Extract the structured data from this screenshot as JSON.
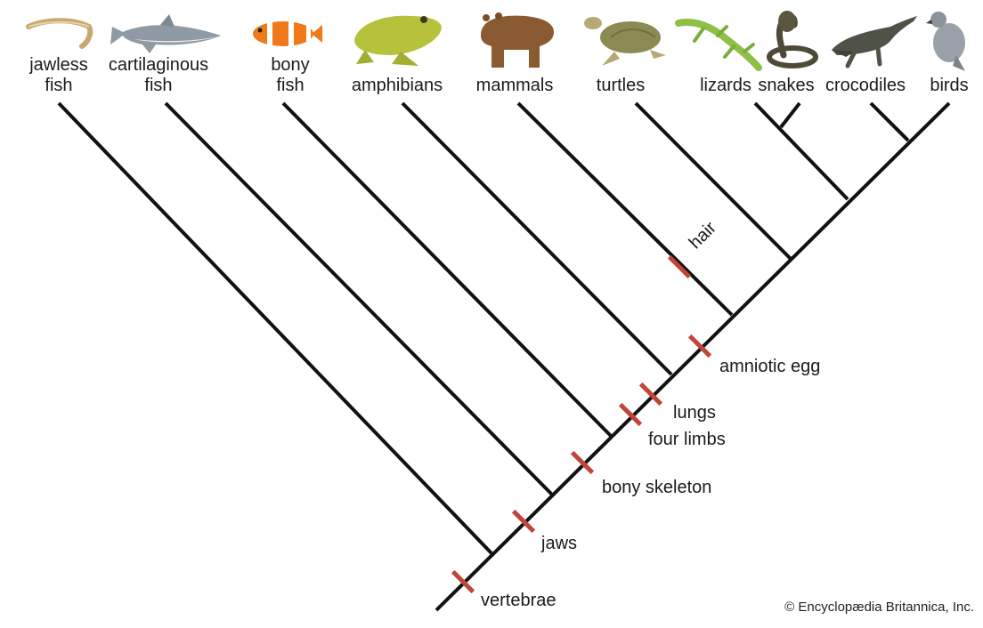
{
  "taxa": [
    {
      "id": "jawless-fish",
      "lines": [
        "jawless",
        "fish"
      ],
      "icon": "eel-icon"
    },
    {
      "id": "cartilaginous-fish",
      "lines": [
        "cartilaginous",
        "fish"
      ],
      "icon": "shark-icon"
    },
    {
      "id": "bony-fish",
      "lines": [
        "bony",
        "fish"
      ],
      "icon": "clownfish-icon"
    },
    {
      "id": "amphibians",
      "lines": [
        "amphibians"
      ],
      "icon": "frog-icon"
    },
    {
      "id": "mammals",
      "lines": [
        "mammals"
      ],
      "icon": "bear-icon"
    },
    {
      "id": "turtles",
      "lines": [
        "turtles"
      ],
      "icon": "turtle-icon"
    },
    {
      "id": "lizards",
      "lines": [
        "lizards"
      ],
      "icon": "lizard-icon"
    },
    {
      "id": "snakes",
      "lines": [
        "snakes"
      ],
      "icon": "snake-icon"
    },
    {
      "id": "crocodiles",
      "lines": [
        "crocodiles"
      ],
      "icon": "crocodile-icon"
    },
    {
      "id": "birds",
      "lines": [
        "birds"
      ],
      "icon": "pigeon-icon"
    }
  ],
  "traits": [
    {
      "id": "vertebrae",
      "label": "vertebrae"
    },
    {
      "id": "jaws",
      "label": "jaws"
    },
    {
      "id": "bony-skeleton",
      "label": "bony skeleton"
    },
    {
      "id": "four-limbs",
      "label": "four limbs"
    },
    {
      "id": "lungs",
      "label": "lungs"
    },
    {
      "id": "amniotic-egg",
      "label": "amniotic egg"
    },
    {
      "id": "hair",
      "label": "hair"
    }
  ],
  "copyright": "© Encyclopædia Britannica, Inc.",
  "colors": {
    "branch": "#111111",
    "trait_mark": "#c0453a"
  }
}
